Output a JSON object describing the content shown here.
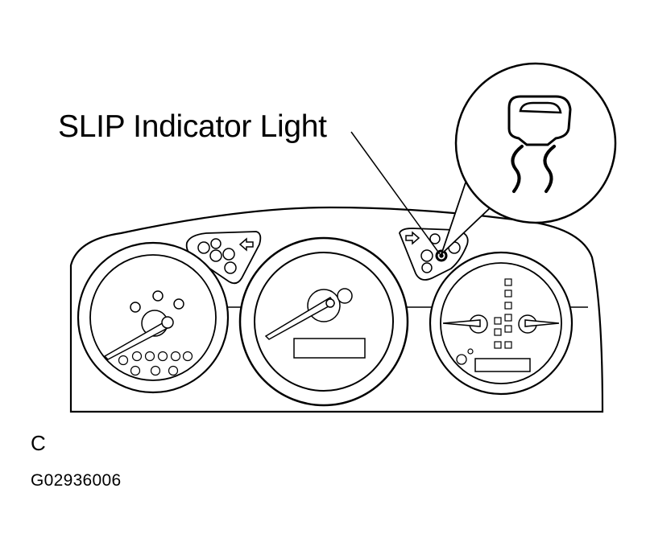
{
  "callout": {
    "label": "SLIP Indicator Light",
    "icon": "slip-indicator-icon"
  },
  "view_letter": "C",
  "figure_id": "G02936006",
  "colors": {
    "line": "#000000",
    "background": "#ffffff"
  }
}
